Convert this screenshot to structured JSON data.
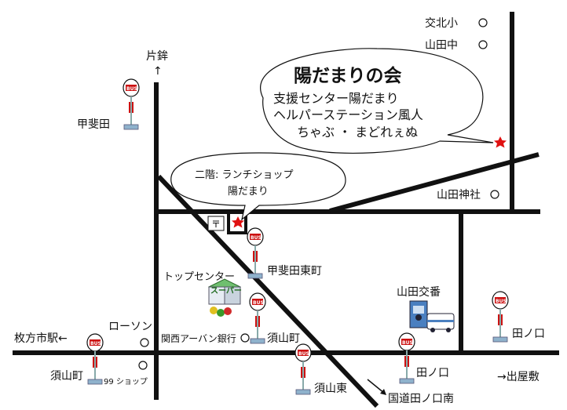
{
  "callout_main": {
    "title": "陽だまりの会",
    "line1": "支援センター陽だまり",
    "line2": "ヘルパーステーション風人",
    "line3": "ちゃぶ ・ まどれぇぬ"
  },
  "callout_lunch": {
    "line1": "二階: ランチショップ",
    "line2": "陽だまり"
  },
  "places": {
    "katahoko": "片鉾",
    "kouhoku_school": "交北小",
    "yamada_junior": "山田中",
    "yamada_shrine": "山田神社",
    "kaidenhigashi": "甲斐田東町",
    "kaiden": "甲斐田",
    "top_center": "トップセンター",
    "kansai_urban_bank": "関西アーバン銀行",
    "lawson": "ローソン",
    "hirakata_station": "枚方市駅←",
    "suyamacho_stop": "須山町",
    "suyamacho_left": "須山町",
    "shop99": "99 ショップ",
    "suyama_higashi": "須山東",
    "route_taguchi_minami": "国道田ノ口南",
    "yamada_koban": "山田交番",
    "tanokuchi_right": "田ノ口",
    "tanokuchi_bottom": "田ノ口",
    "deyashiki": "→出屋敷",
    "post_mark": "〒",
    "supermarket_sign": "スーパー",
    "arrow_up": "↑"
  },
  "bus_sign_text": "BUS",
  "colors": {
    "road": "#111111",
    "star": "#e01010",
    "bus_red": "#cc1111",
    "bus_base": "#8fb2cc",
    "police_blue": "#4a7fc0"
  }
}
